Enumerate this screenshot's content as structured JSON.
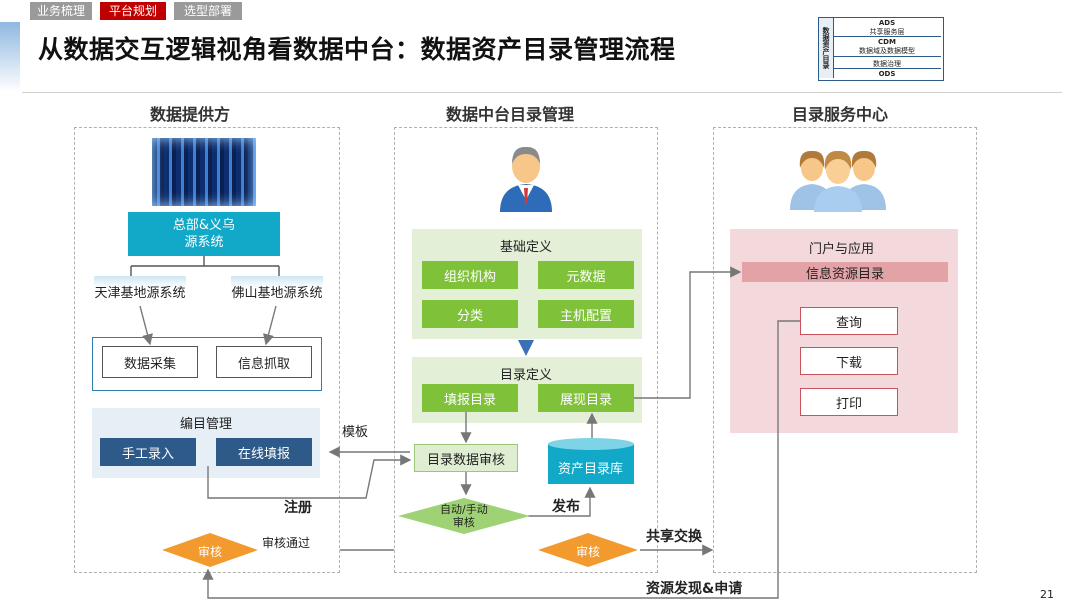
{
  "tabs": [
    "业务梳理",
    "平台规划",
    "选型部署"
  ],
  "title": "从数据交互逻辑视角看数据中台：数据资产目录管理流程",
  "page_number": "21",
  "thumbnail": {
    "side_label": "数据资产目录",
    "layers": [
      "ADS",
      "共享服务层",
      "CDM",
      "数据域及数据模型",
      "数据治理",
      "ODS"
    ]
  },
  "provider": {
    "title": "数据提供方",
    "hq": "总部&义乌\n源系统",
    "tianjin": "天津基地源系统",
    "foshan": "佛山基地源系统",
    "collect": "数据采集",
    "grab": "信息抓取",
    "catalog_title": "编目管理",
    "manual": "手工录入",
    "online": "在线填报",
    "review": "审核",
    "review_pass": "审核通过"
  },
  "center": {
    "title": "数据中台目录管理",
    "base_def": "基础定义",
    "org": "组织机构",
    "meta": "元数据",
    "category": "分类",
    "host": "主机配置",
    "catalog_def": "目录定义",
    "fill_cat": "填报目录",
    "show_cat": "展现目录",
    "data_review": "目录数据审核",
    "auto_review": "自动/手动\n审核",
    "asset_lib": "资产目录库",
    "review2": "审核"
  },
  "service": {
    "title": "目录服务中心",
    "portal": "门户与应用",
    "info_cat": "信息资源目录",
    "query": "查询",
    "download": "下载",
    "print": "打印"
  },
  "edge_labels": {
    "template": "模板",
    "register": "注册",
    "publish": "发布",
    "exchange": "共享交换",
    "discover": "资源发现&申请"
  },
  "colors": {
    "tab_gray": "#9a9a9a",
    "tab_red": "#c00000",
    "green": "#7fc23a",
    "navy": "#2e5a8a",
    "cyan": "#12a9c9",
    "orange": "#f29a2e",
    "pink_panel": "#f3d9dc",
    "info_bar": "#e3a2a6"
  }
}
